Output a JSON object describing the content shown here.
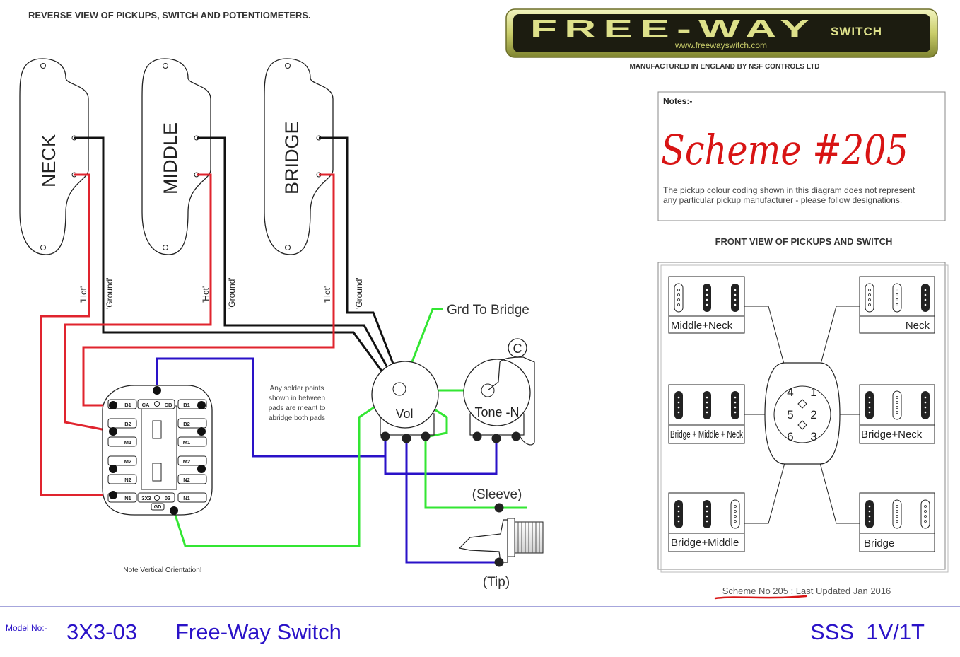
{
  "header": {
    "title": "REVERSE VIEW OF PICKUPS, SWITCH AND POTENTIOMETERS.",
    "manufacturer": "MANUFACTURED IN ENGLAND BY NSF CONTROLS LTD"
  },
  "logo": {
    "brand": "FREE-WAY",
    "word": "SWITCH",
    "url": "www.freewayswitch.com"
  },
  "pickups": [
    {
      "label": "NECK",
      "hot_label": "'Hot'",
      "ground_label": "'Ground'"
    },
    {
      "label": "MIDDLE",
      "hot_label": "'Hot'",
      "ground_label": "'Ground'"
    },
    {
      "label": "BRIDGE",
      "hot_label": "'Hot'",
      "ground_label": "'Ground'"
    }
  ],
  "switch": {
    "top_labels": [
      "B1",
      "CA",
      "CB",
      "B1"
    ],
    "left_labels": [
      "B1",
      "B2",
      "M1",
      "M2",
      "N2",
      "N1"
    ],
    "right_labels": [
      "B1",
      "B2",
      "M1",
      "M2",
      "N2",
      "N1"
    ],
    "bottom_labels": [
      "N1",
      "3X3",
      "03",
      "N1"
    ],
    "gd_label": "GD",
    "orientation_note": "Note Vertical Orientation!"
  },
  "solder_note": [
    "Any solder points",
    "shown in between",
    "pads are meant to",
    "abridge both pads"
  ],
  "controls": {
    "vol_label": "Vol",
    "tone_label": "Tone -N",
    "cap_label": "C",
    "ground_to_bridge": "Grd To Bridge"
  },
  "jack": {
    "sleeve_label": "(Sleeve)",
    "tip_label": "(Tip)"
  },
  "notes": {
    "heading": "Notes:-",
    "handwritten": "Scheme #205",
    "text_line1": "The pickup colour coding shown in this diagram does not represent",
    "text_line2": "any particular pickup manufacturer - please follow designations."
  },
  "front_view": {
    "title": "FRONT VIEW OF PICKUPS AND SWITCH",
    "positions": [
      "Middle+Neck",
      "Neck",
      "Bridge + Middle + Neck",
      "Bridge+Neck",
      "Bridge+Middle",
      "Bridge"
    ],
    "selector_numbers": [
      "4",
      "1",
      "5",
      "2",
      "6",
      "3"
    ]
  },
  "footer": {
    "scheme_line": "Scheme No 205 : Last Updated Jan 2016",
    "model_prefix": "Model No:-",
    "model_number": "3X3-03",
    "product": "Free-Way Switch",
    "config": "SSS  1V/1T"
  },
  "colors": {
    "hot_wire": "#e0242e",
    "ground_wire": "#111111",
    "green_wire": "#33e633",
    "blue_wire": "#2a12c8",
    "footer_text": "#2a12c8",
    "footer_line": "#7070c8",
    "handwriting": "#d81414",
    "logo_dark": "#1c1c10",
    "logo_light": "#dde08a"
  }
}
